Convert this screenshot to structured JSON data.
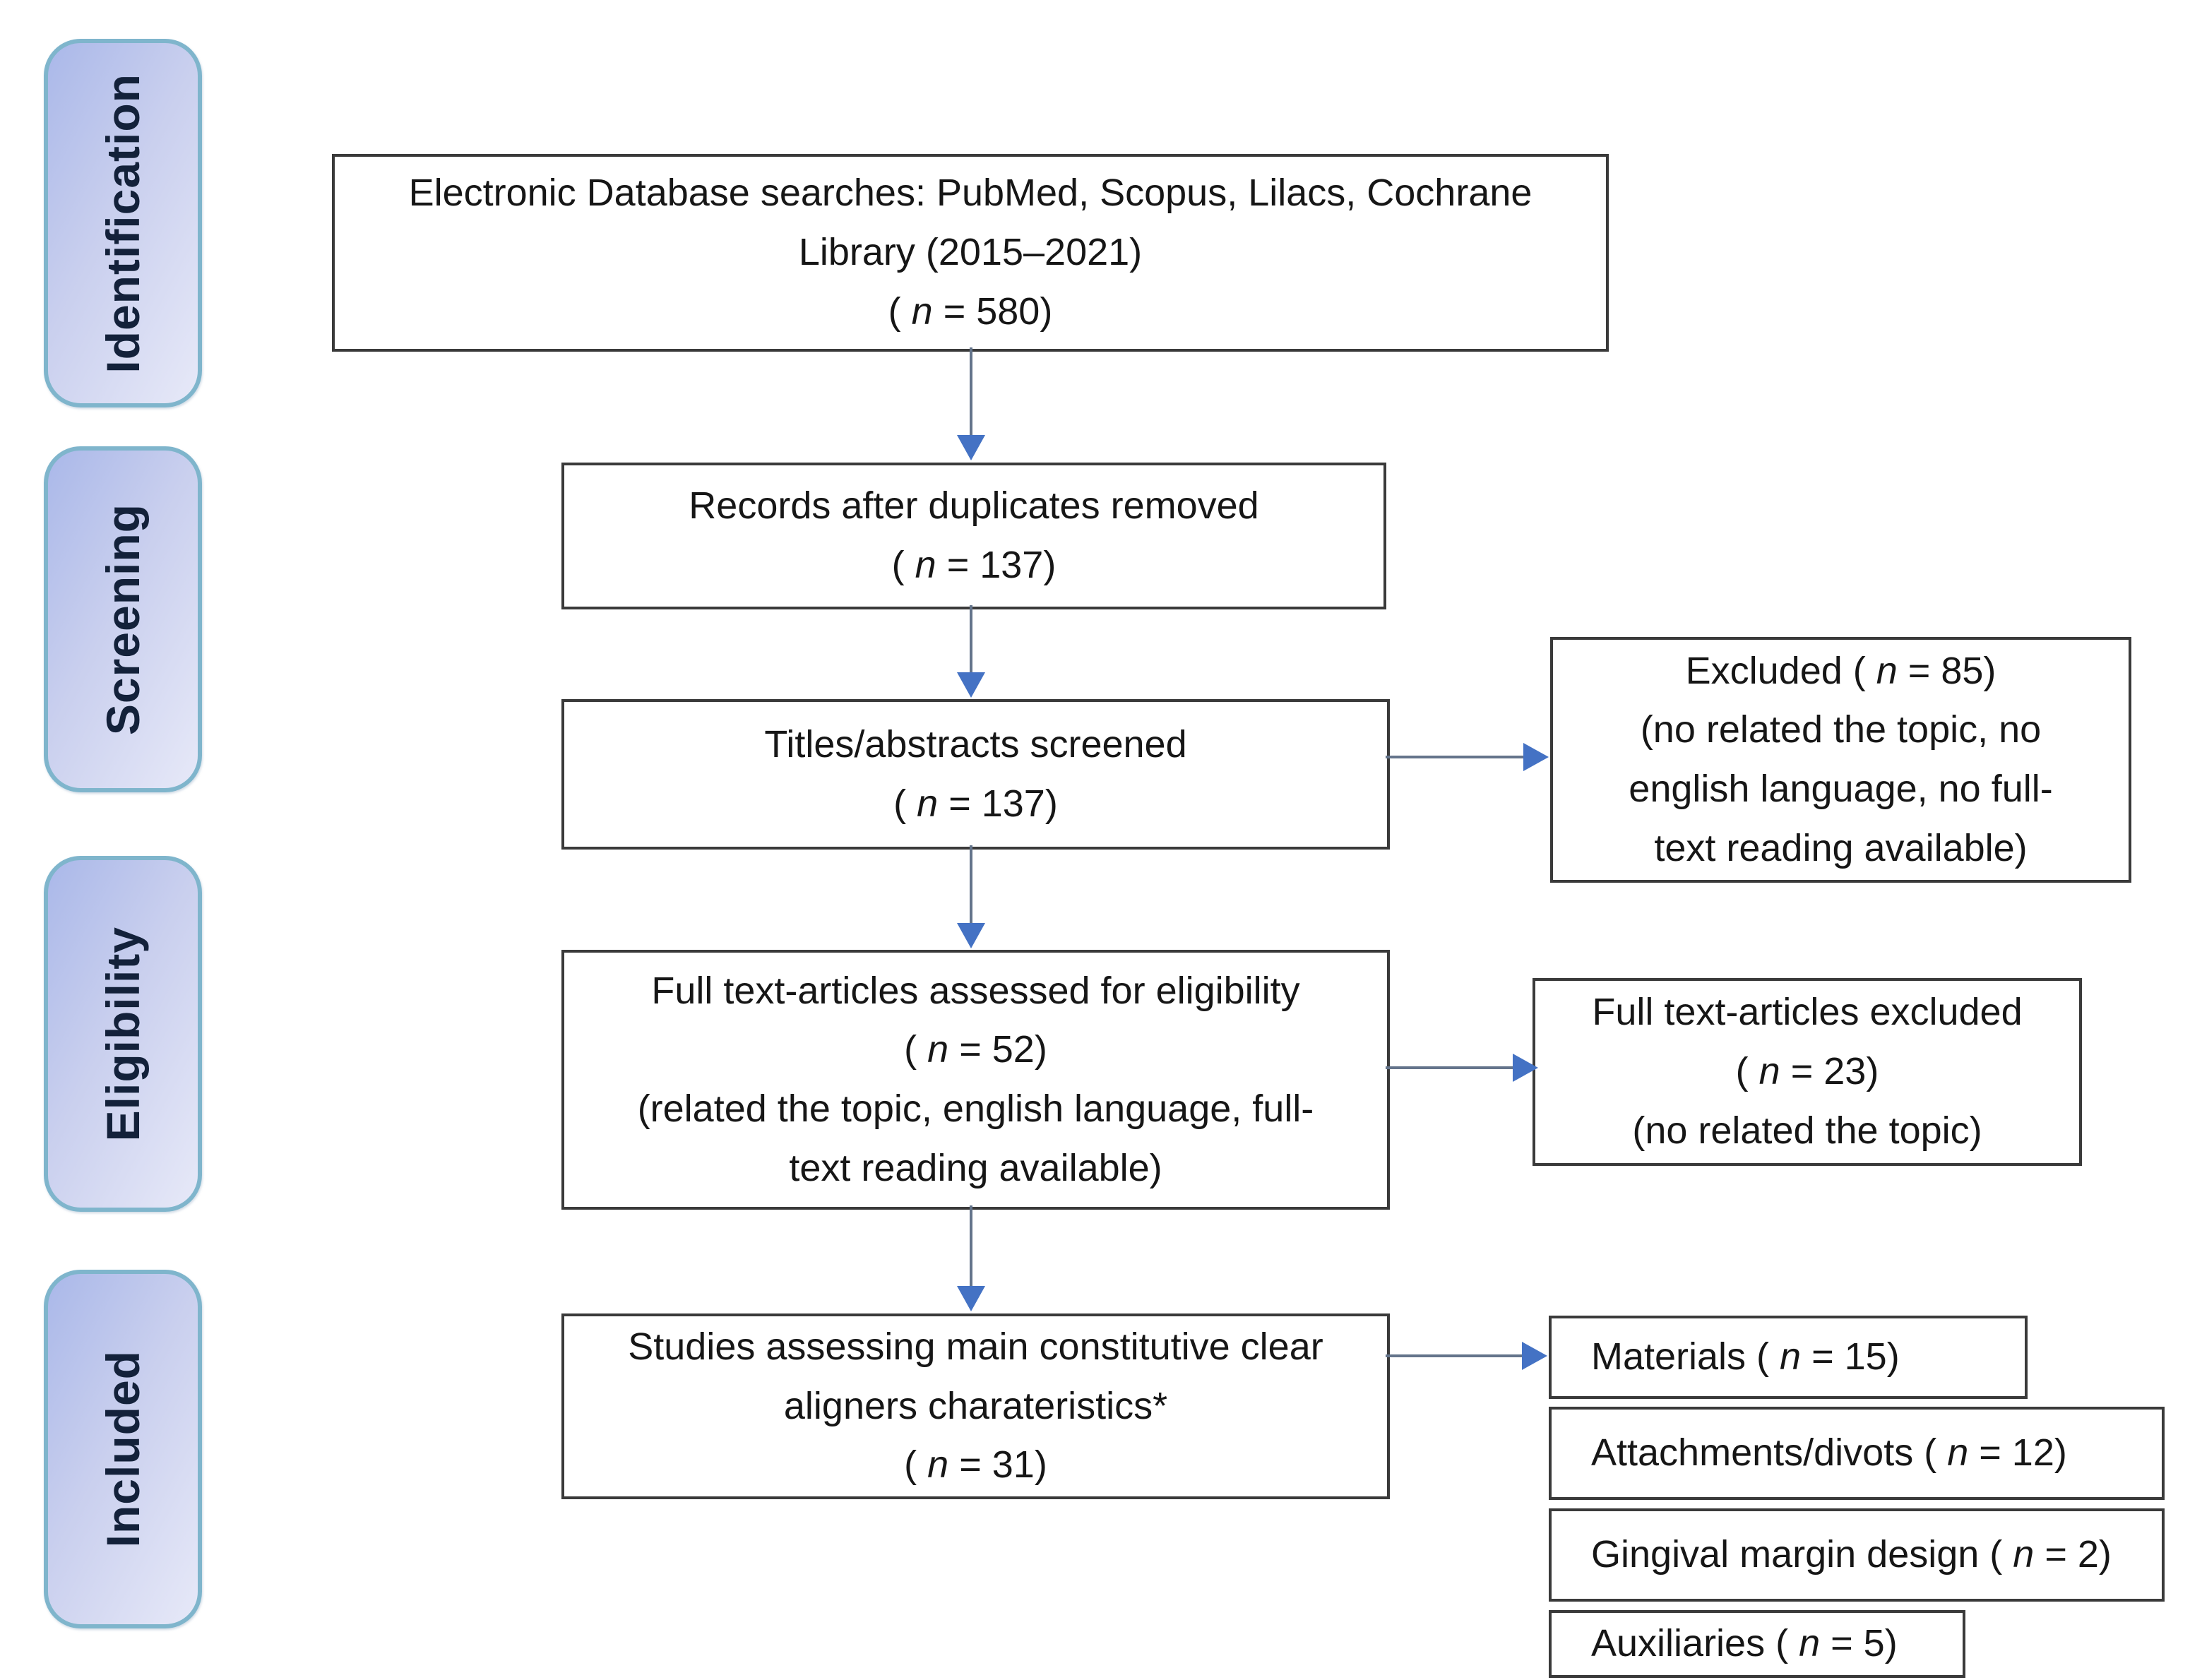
{
  "stages": [
    "Identification",
    "Screening",
    "Eligibility",
    "Included"
  ],
  "boxes": {
    "database": {
      "lines": [
        [
          {
            "t": "Electronic Database searches: PubMed, Scopus, Lilacs, Cochrane"
          }
        ],
        [
          {
            "t": "Library (2015–2021)"
          }
        ],
        [
          {
            "t": "( "
          },
          {
            "t": "n",
            "i": true
          },
          {
            "t": " = 580)"
          }
        ]
      ]
    },
    "duplicates": {
      "lines": [
        [
          {
            "t": "Records after duplicates removed"
          }
        ],
        [
          {
            "t": "( "
          },
          {
            "t": "n",
            "i": true
          },
          {
            "t": " = 137)"
          }
        ]
      ]
    },
    "screened": {
      "lines": [
        [
          {
            "t": "Titles/abstracts screened"
          }
        ],
        [
          {
            "t": "( "
          },
          {
            "t": "n",
            "i": true
          },
          {
            "t": " = 137)"
          }
        ]
      ]
    },
    "excluded_screening": {
      "lines": [
        [
          {
            "t": "Excluded ( "
          },
          {
            "t": "n",
            "i": true
          },
          {
            "t": " = 85)"
          }
        ],
        [
          {
            "t": "(no related the topic, no"
          }
        ],
        [
          {
            "t": "english language, no full-"
          }
        ],
        [
          {
            "t": "text reading available)"
          }
        ]
      ]
    },
    "fulltext": {
      "lines": [
        [
          {
            "t": "Full text-articles assessed for eligibility"
          }
        ],
        [
          {
            "t": "( "
          },
          {
            "t": "n",
            "i": true
          },
          {
            "t": " = 52)"
          }
        ],
        [
          {
            "t": "(related the topic, english language, full-"
          }
        ],
        [
          {
            "t": "text reading available)"
          }
        ]
      ]
    },
    "excluded_fulltext": {
      "lines": [
        [
          {
            "t": "Full text-articles excluded"
          }
        ],
        [
          {
            "t": "( "
          },
          {
            "t": "n",
            "i": true
          },
          {
            "t": " = 23)"
          }
        ],
        [
          {
            "t": "(no related the topic)"
          }
        ]
      ]
    },
    "included_studies": {
      "lines": [
        [
          {
            "t": "Studies assessing main constitutive clear"
          }
        ],
        [
          {
            "t": "aligners charateristics*"
          }
        ],
        [
          {
            "t": "( "
          },
          {
            "t": "n",
            "i": true
          },
          {
            "t": " = 31)"
          }
        ]
      ]
    },
    "materials": {
      "lines": [
        [
          {
            "t": "Materials ( "
          },
          {
            "t": "n",
            "i": true
          },
          {
            "t": " = 15)"
          }
        ]
      ]
    },
    "attachments": {
      "lines": [
        [
          {
            "t": "Attachments/divots ( "
          },
          {
            "t": "n",
            "i": true
          },
          {
            "t": " = 12)"
          }
        ]
      ]
    },
    "gingival": {
      "lines": [
        [
          {
            "t": "Gingival margin design ( "
          },
          {
            "t": "n",
            "i": true
          },
          {
            "t": " = 2)"
          }
        ]
      ]
    },
    "auxiliaries": {
      "lines": [
        [
          {
            "t": "Auxiliaries ( "
          },
          {
            "t": "n",
            "i": true
          },
          {
            "t": " = 5)"
          }
        ]
      ]
    }
  },
  "colors": {
    "arrowhead": "#4472c4",
    "arrow_line": "#64748b",
    "box_border": "#3a3a3a",
    "stage_border": "#7fb5cc",
    "stage_grad_start": "#aab8e9",
    "stage_grad_end": "#e7e9f8"
  }
}
